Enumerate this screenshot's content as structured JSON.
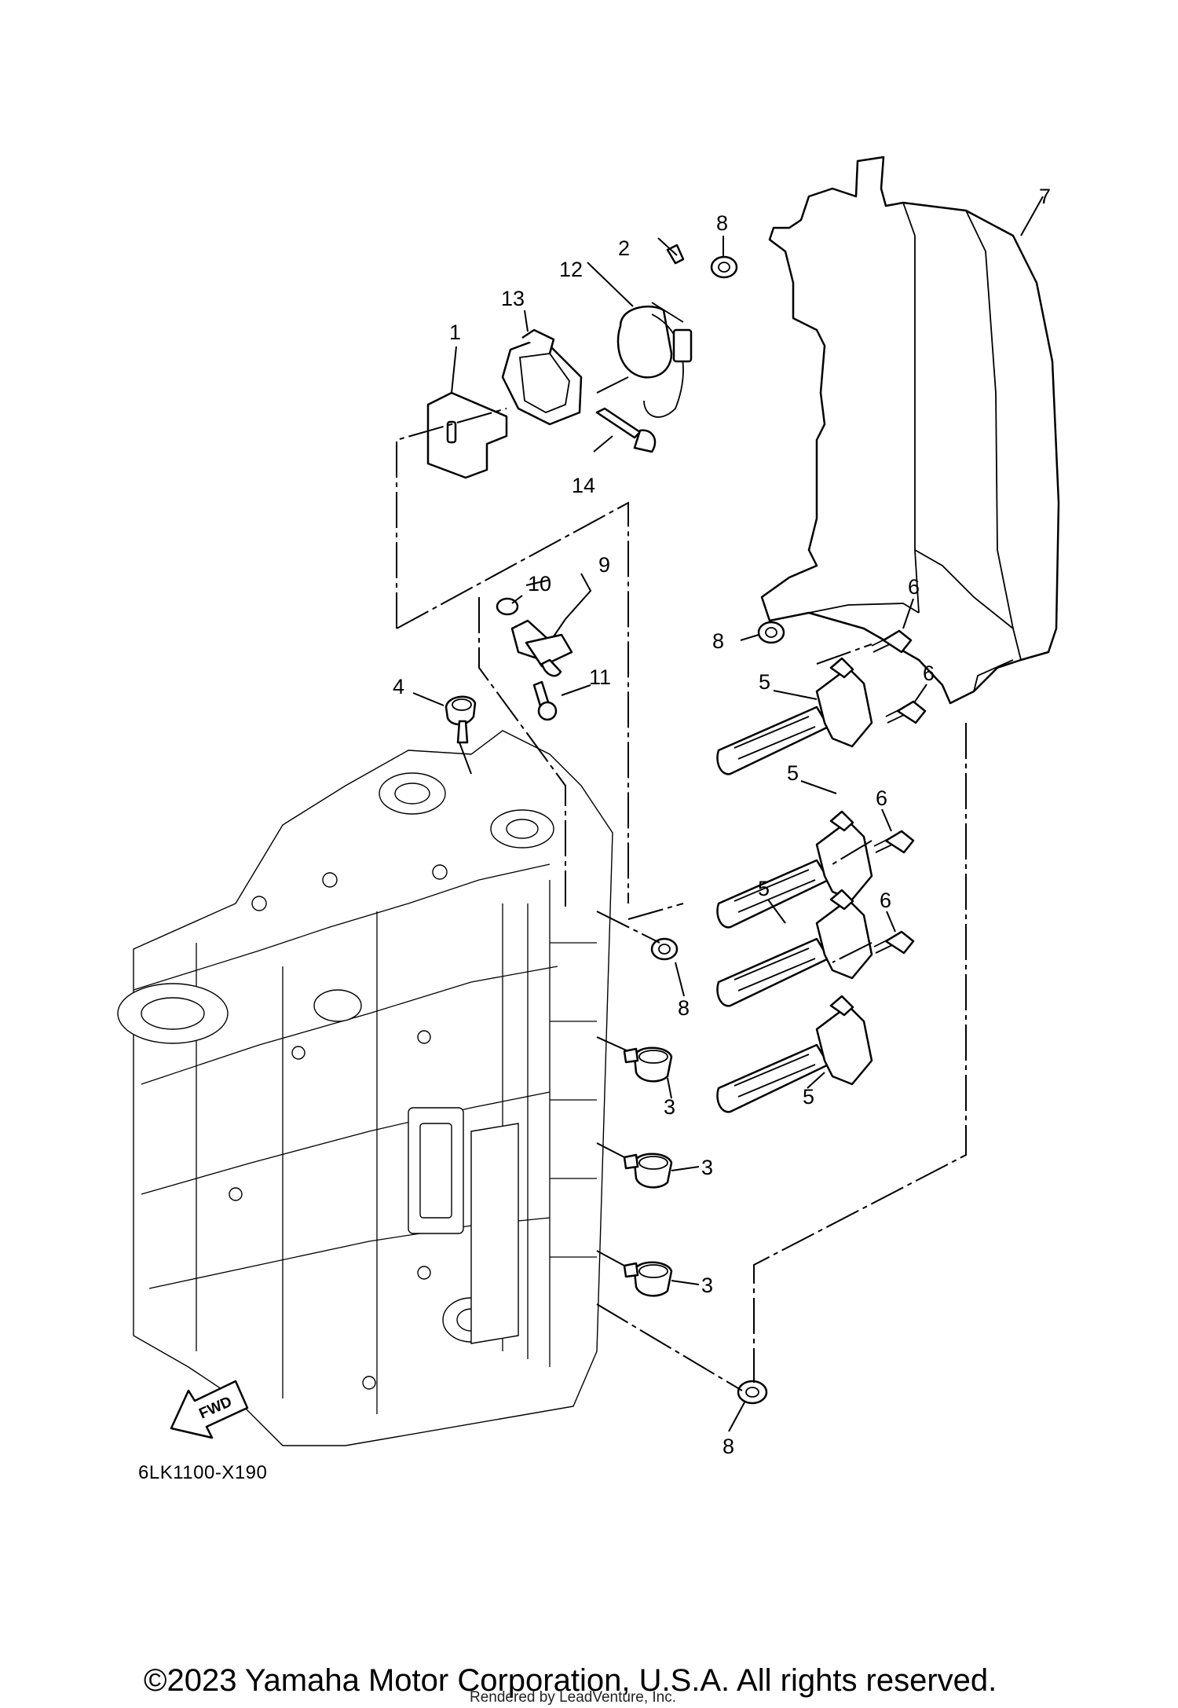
{
  "callouts": {
    "c1": "1",
    "c2": "2",
    "c3a": "3",
    "c3b": "3",
    "c3c": "3",
    "c4": "4",
    "c5a": "5",
    "c5b": "5",
    "c5c": "5",
    "c5d": "5",
    "c6a": "6",
    "c6b": "6",
    "c6c": "6",
    "c6d": "6",
    "c7": "7",
    "c8a": "8",
    "c8b": "8",
    "c8c": "8",
    "c8d": "8",
    "c9": "9",
    "c10": "10",
    "c11": "11",
    "c12": "12",
    "c13": "13",
    "c14": "14"
  },
  "fwd_label": "FWD",
  "diagram_code": "6LK1100-X190",
  "copyright": "©2023 Yamaha Motor Corporation, U.S.A. All rights reserved.",
  "rendered_by": "Rendered by LeadVenture, Inc."
}
